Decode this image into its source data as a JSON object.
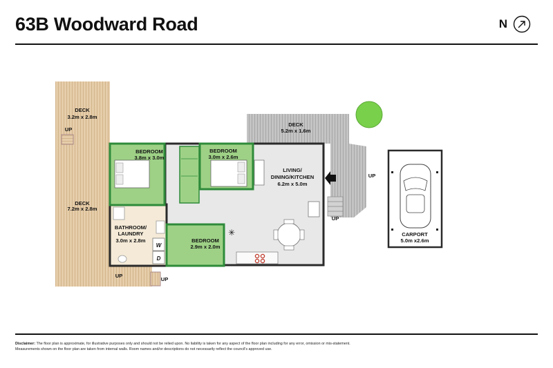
{
  "header": {
    "address": "63B Woodward Road",
    "north_label": "N"
  },
  "rooms": {
    "deck_top_left": {
      "name": "DECK",
      "size": "3.2m x 2.8m"
    },
    "deck_left": {
      "name": "DECK",
      "size": "7.2m x 2.8m"
    },
    "deck_top_right": {
      "name": "DECK",
      "size": "5.2m x 1.6m"
    },
    "bedroom_1": {
      "name": "BEDROOM",
      "size": "3.8m x 3.0m"
    },
    "bedroom_2": {
      "name": "BEDROOM",
      "size": "3.0m x 2.6m"
    },
    "bedroom_3": {
      "name": "BEDROOM",
      "size": "2.9m x 2.0m"
    },
    "living": {
      "line1": "LIVING/",
      "line2": "DINING/KITCHEN",
      "size": "6.2m x 5.0m"
    },
    "bathroom": {
      "line1": "BATHROOM/",
      "line2": "LAUNDRY",
      "size": "3.0m x 2.8m"
    },
    "carport": {
      "name": "CARPORT",
      "size": "5.0m x2.6m"
    }
  },
  "labels": {
    "up": "UP",
    "washer": "W",
    "dryer": "D"
  },
  "colors": {
    "bedroom_fill": "#9ed186",
    "bedroom_wall": "#2e8b3a",
    "living_fill": "#e6e6e6",
    "deck_wood": "#e6cdaa",
    "deck_grey": "#bcbcbc",
    "bathroom_fill": "#f4ead7"
  },
  "footer": {
    "disclaimer_label": "Disclaimer:",
    "disclaimer_text": "The floor plan is approximate, for illustrative purposes only and should not be relied upon. No liability is taken for any aspect of the floor plan including for any error, omission or mis-statement. Measurements shown on the floor plan are taken from internal walls. Room names and/or descriptions do not necessarily reflect the council's approved use."
  }
}
